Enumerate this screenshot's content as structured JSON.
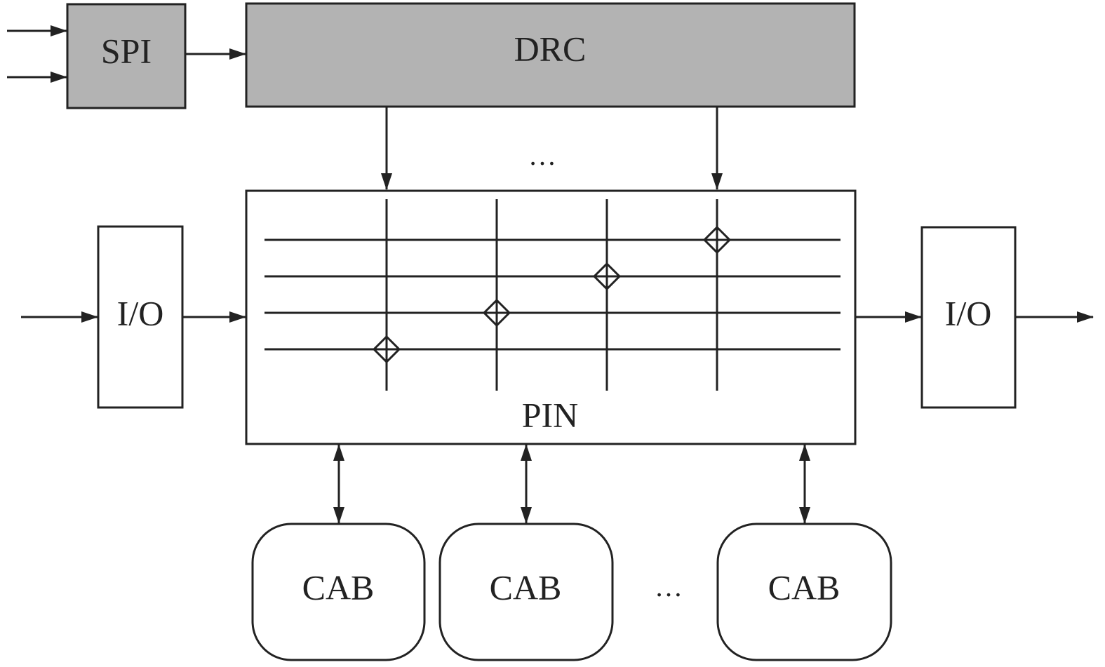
{
  "blocks": {
    "spi": "SPI",
    "drc": "DRC",
    "io_left": "I/O",
    "io_right": "I/O",
    "pin": "PIN",
    "cab_1": "CAB",
    "cab_2": "CAB",
    "cab_3": "CAB"
  },
  "ellipsis_drc": "…",
  "ellipsis_cab": "…",
  "colors": {
    "block_fill": "#b3b3b3",
    "stroke": "#222222",
    "background": "#ffffff"
  },
  "icons": {
    "switch_point": "diamond-cross-icon",
    "connector": "arrow-icon"
  }
}
